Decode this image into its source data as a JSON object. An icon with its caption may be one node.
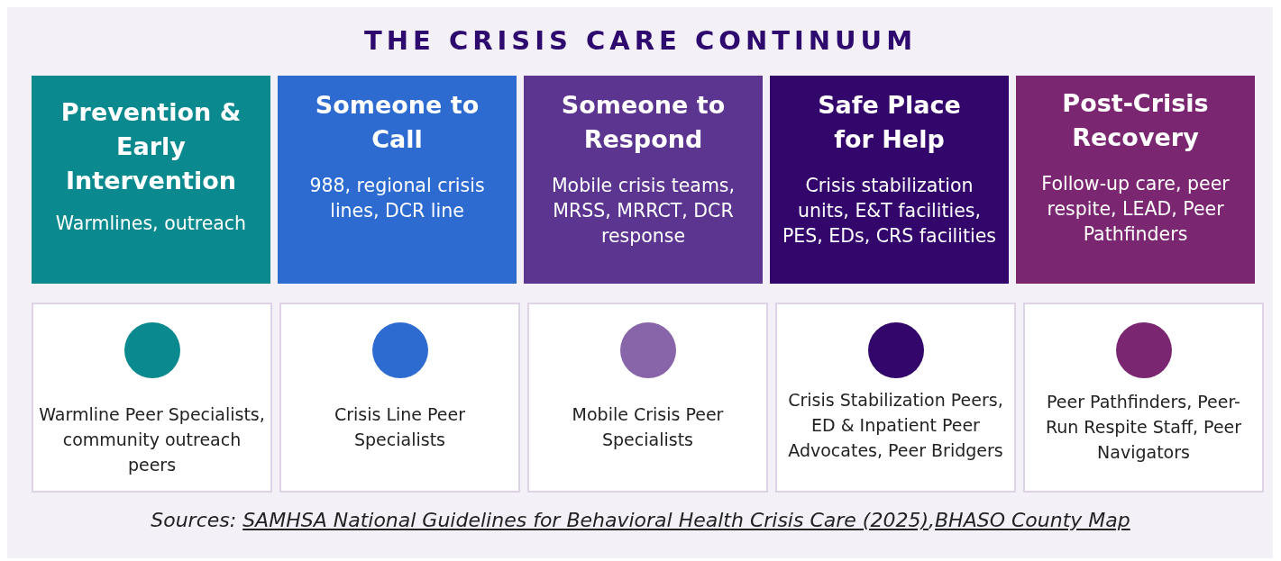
{
  "diagram": {
    "title": "THE CRISIS CARE CONTINUUM",
    "nodes": [
      {
        "text": [
          "Prevention & Early Intervention",
          "Warmlines, outreach"
        ]
      },
      {
        "text": [
          "Someone to Call",
          "988, regional crisis lines, DCR line"
        ]
      },
      {
        "text": [
          "Someone to Respond",
          "Mobile crisis teams, MRSS, MRRCT, DCR response"
        ]
      },
      {
        "text": [
          "Safe Place for Help",
          "Crisis stabilization units, E&T facilities, PES, EDs, CRS facilities"
        ]
      },
      {
        "text": [
          "Post-Crisis Recovery",
          "Follow-up care, peer respite, LEAD, Peer Pathfinders"
        ]
      },
      {
        "text": [
          "Warmline Peer Specialists, community outreach peers"
        ]
      },
      {
        "text": [
          "Crisis Line Peer Specialists"
        ]
      },
      {
        "text": [
          "Mobile Crisis Peer Specialists"
        ]
      },
      {
        "text": [
          "Crisis Stabilization Peers, ED & Inpatient Peer Advocates, Peer Bridgers"
        ]
      },
      {
        "text": [
          "Peer Pathfinders, Peer-Run Respite Staff, Peer Navigators"
        ]
      }
    ],
    "labels": [
      "Sources:",
      "SAMHSA National Guidelines for Behavioral Health Crisis Care (2025)",
      ",",
      "BHASO County Map"
    ]
  }
}
